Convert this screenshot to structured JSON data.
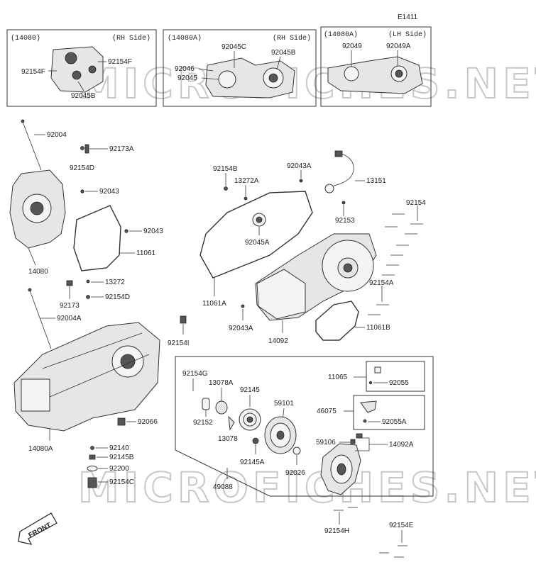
{
  "diagram_code": "E1411",
  "watermark": "MICROFICHES.NET",
  "front_mark": "FRONT",
  "boxes": {
    "rh1": {
      "ref": "(14080)",
      "side": "(RH Side)"
    },
    "rh2": {
      "ref": "(14080A)",
      "side": "(RH Side)"
    },
    "lh": {
      "ref": "(14080A)",
      "side": "(LH Side)"
    }
  },
  "labels": {
    "p92154F_a": "92154F",
    "p92154F_b": "92154F",
    "p92045B_a": "92045B",
    "p92045C": "92045C",
    "p92045B_b": "92045B",
    "p92046": "92046",
    "p92045": "92045",
    "p92049": "92049",
    "p92049A": "92049A",
    "p92004": "92004",
    "p92173A": "92173A",
    "p92154D_a": "92154D",
    "p92043_a": "92043",
    "p92043_b": "92043",
    "p11061": "11061",
    "p14080": "14080",
    "p13272": "13272",
    "p92173": "92173",
    "p92154D_b": "92154D",
    "p92004A": "92004A",
    "p92154B": "92154B",
    "p13272A": "13272A",
    "p92043A_a": "92043A",
    "p13151": "13151",
    "p92153": "92153",
    "p92154": "92154",
    "p92045A": "92045A",
    "p92154A": "92154A",
    "p11061A": "11061A",
    "p92043A_b": "92043A",
    "p14092": "14092",
    "p11061B": "11061B",
    "p92154I": "92154I",
    "p92154G": "92154G",
    "p13078A": "13078A",
    "p92145": "92145",
    "p59101": "59101",
    "p11065": "11065",
    "p92055": "92055",
    "p46075": "46075",
    "p92055A": "92055A",
    "p92152": "92152",
    "p13078": "13078",
    "p59106": "59106",
    "p14092A": "14092A",
    "p92145A": "92145A",
    "p92026": "92026",
    "p49088": "49088",
    "p92066": "92066",
    "p14080A": "14080A",
    "p92140": "92140",
    "p92145B": "92145B",
    "p92200": "92200",
    "p92154C": "92154C",
    "p92154H": "92154H",
    "p92154E": "92154E"
  }
}
